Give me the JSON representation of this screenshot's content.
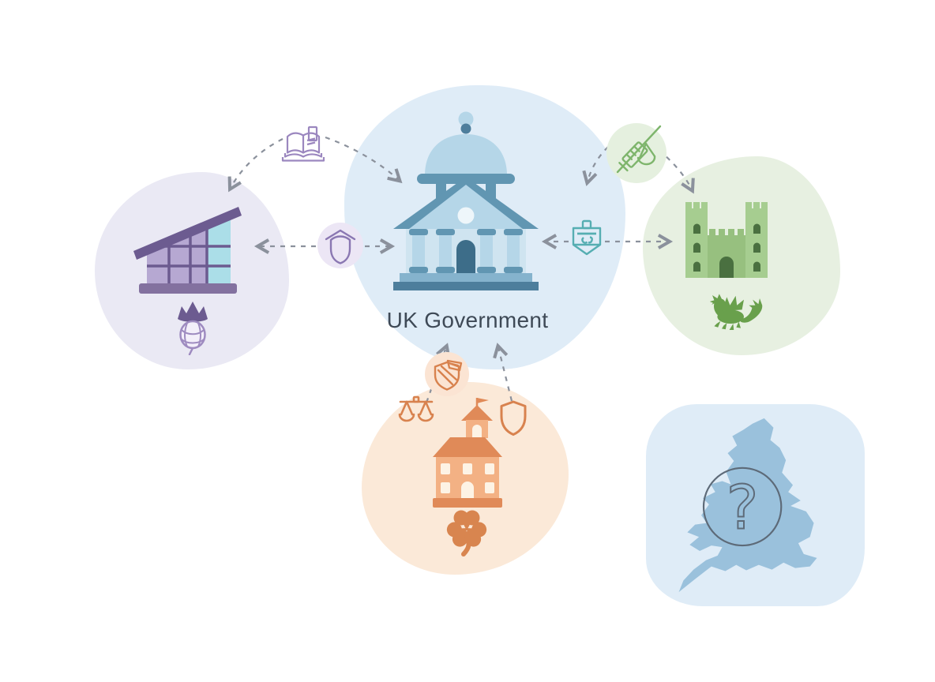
{
  "diagram": {
    "center": {
      "label": "UK Government",
      "icon": "government-building-icon"
    },
    "satellites": [
      {
        "position": "top-left",
        "icons": [
          "slanted-roof-parliament-icon",
          "thistle-icon"
        ]
      },
      {
        "position": "right",
        "icons": [
          "castle-icon",
          "welsh-dragon-icon"
        ]
      },
      {
        "position": "bottom-center",
        "icons": [
          "scales-of-justice-icon",
          "flag-topped-building-icon",
          "shield-outline-icon",
          "shamrock-icon"
        ]
      },
      {
        "position": "bottom-right",
        "icons": [
          "england-wales-map-icon",
          "question-mark-icon"
        ]
      }
    ],
    "connector_icons": [
      {
        "name": "open-book-icon",
        "between": [
          "top-left",
          "center"
        ]
      },
      {
        "name": "shield-house-icon",
        "between": [
          "top-left",
          "center"
        ]
      },
      {
        "name": "syringe-scales-icon",
        "between": [
          "center",
          "right"
        ]
      },
      {
        "name": "banner-icon",
        "between": [
          "center",
          "right"
        ]
      },
      {
        "name": "crest-shield-icon",
        "between": [
          "bottom-center",
          "center"
        ]
      }
    ],
    "arrows": [
      {
        "from": "open-book-icon",
        "to": "top-left"
      },
      {
        "from": "open-book-icon",
        "to": "center"
      },
      {
        "from": "shield-house-icon",
        "to": "top-left"
      },
      {
        "from": "shield-house-icon",
        "to": "center"
      },
      {
        "from": "syringe-scales-icon",
        "to": "center"
      },
      {
        "from": "syringe-scales-icon",
        "to": "right"
      },
      {
        "from": "banner-icon",
        "to": "center"
      },
      {
        "from": "banner-icon",
        "to": "right"
      },
      {
        "from": "bottom-center",
        "to": "center",
        "via": "crest-shield-icon"
      },
      {
        "from": "bottom-center",
        "to": "center"
      }
    ],
    "arrow_style": "dashed-gray"
  },
  "palette": {
    "background": "#ffffff",
    "text_dark": "#3e4956",
    "arrow_gray": "#8b919c",
    "uk_blob": "#dfecf7",
    "uk_dark": "#4d7e9c",
    "uk_mid": "#6196b2",
    "uk_step": "#85b3cd",
    "uk_light": "#b5d6e8",
    "uk_wall": "#cfe4f0",
    "uk_pale": "#eef6fa",
    "uk_door": "#3d6d89",
    "scot_blob": "#eae9f4",
    "scot_dark": "#6c5b90",
    "scot_light": "#b6a8d2",
    "scot_pane": "#abdee8",
    "scot_base": "#83719f",
    "thistle_stroke": "#9e8bc0",
    "thistle_fill": "#f3effa",
    "wales_blob": "#e7f0e1",
    "wales_light": "#a6cd90",
    "wales_mid": "#97c07f",
    "wales_dark": "#4a7040",
    "dragon_green": "#69a04c",
    "ni_blob": "#fbe9d8",
    "ni_light": "#f3b184",
    "ni_mid": "#e08a58",
    "ni_pale": "#fdf3e5",
    "ni_stroke": "#d8824e",
    "shamrock": "#d8854f",
    "eng_blob": "#dfecf7",
    "eng_map": "#9ac1dc",
    "question_gray": "#5d6a78",
    "book_purple": "#9b87bf",
    "shield_house_stroke": "#8a77b2",
    "shield_house_bg": "#ece6f5",
    "syringe_green": "#7eb56c",
    "syringe_bg": "#e5f0df",
    "banner_teal": "#56aeb2",
    "crest_stroke": "#d8824e",
    "crest_bg": "#fbe4d3"
  }
}
